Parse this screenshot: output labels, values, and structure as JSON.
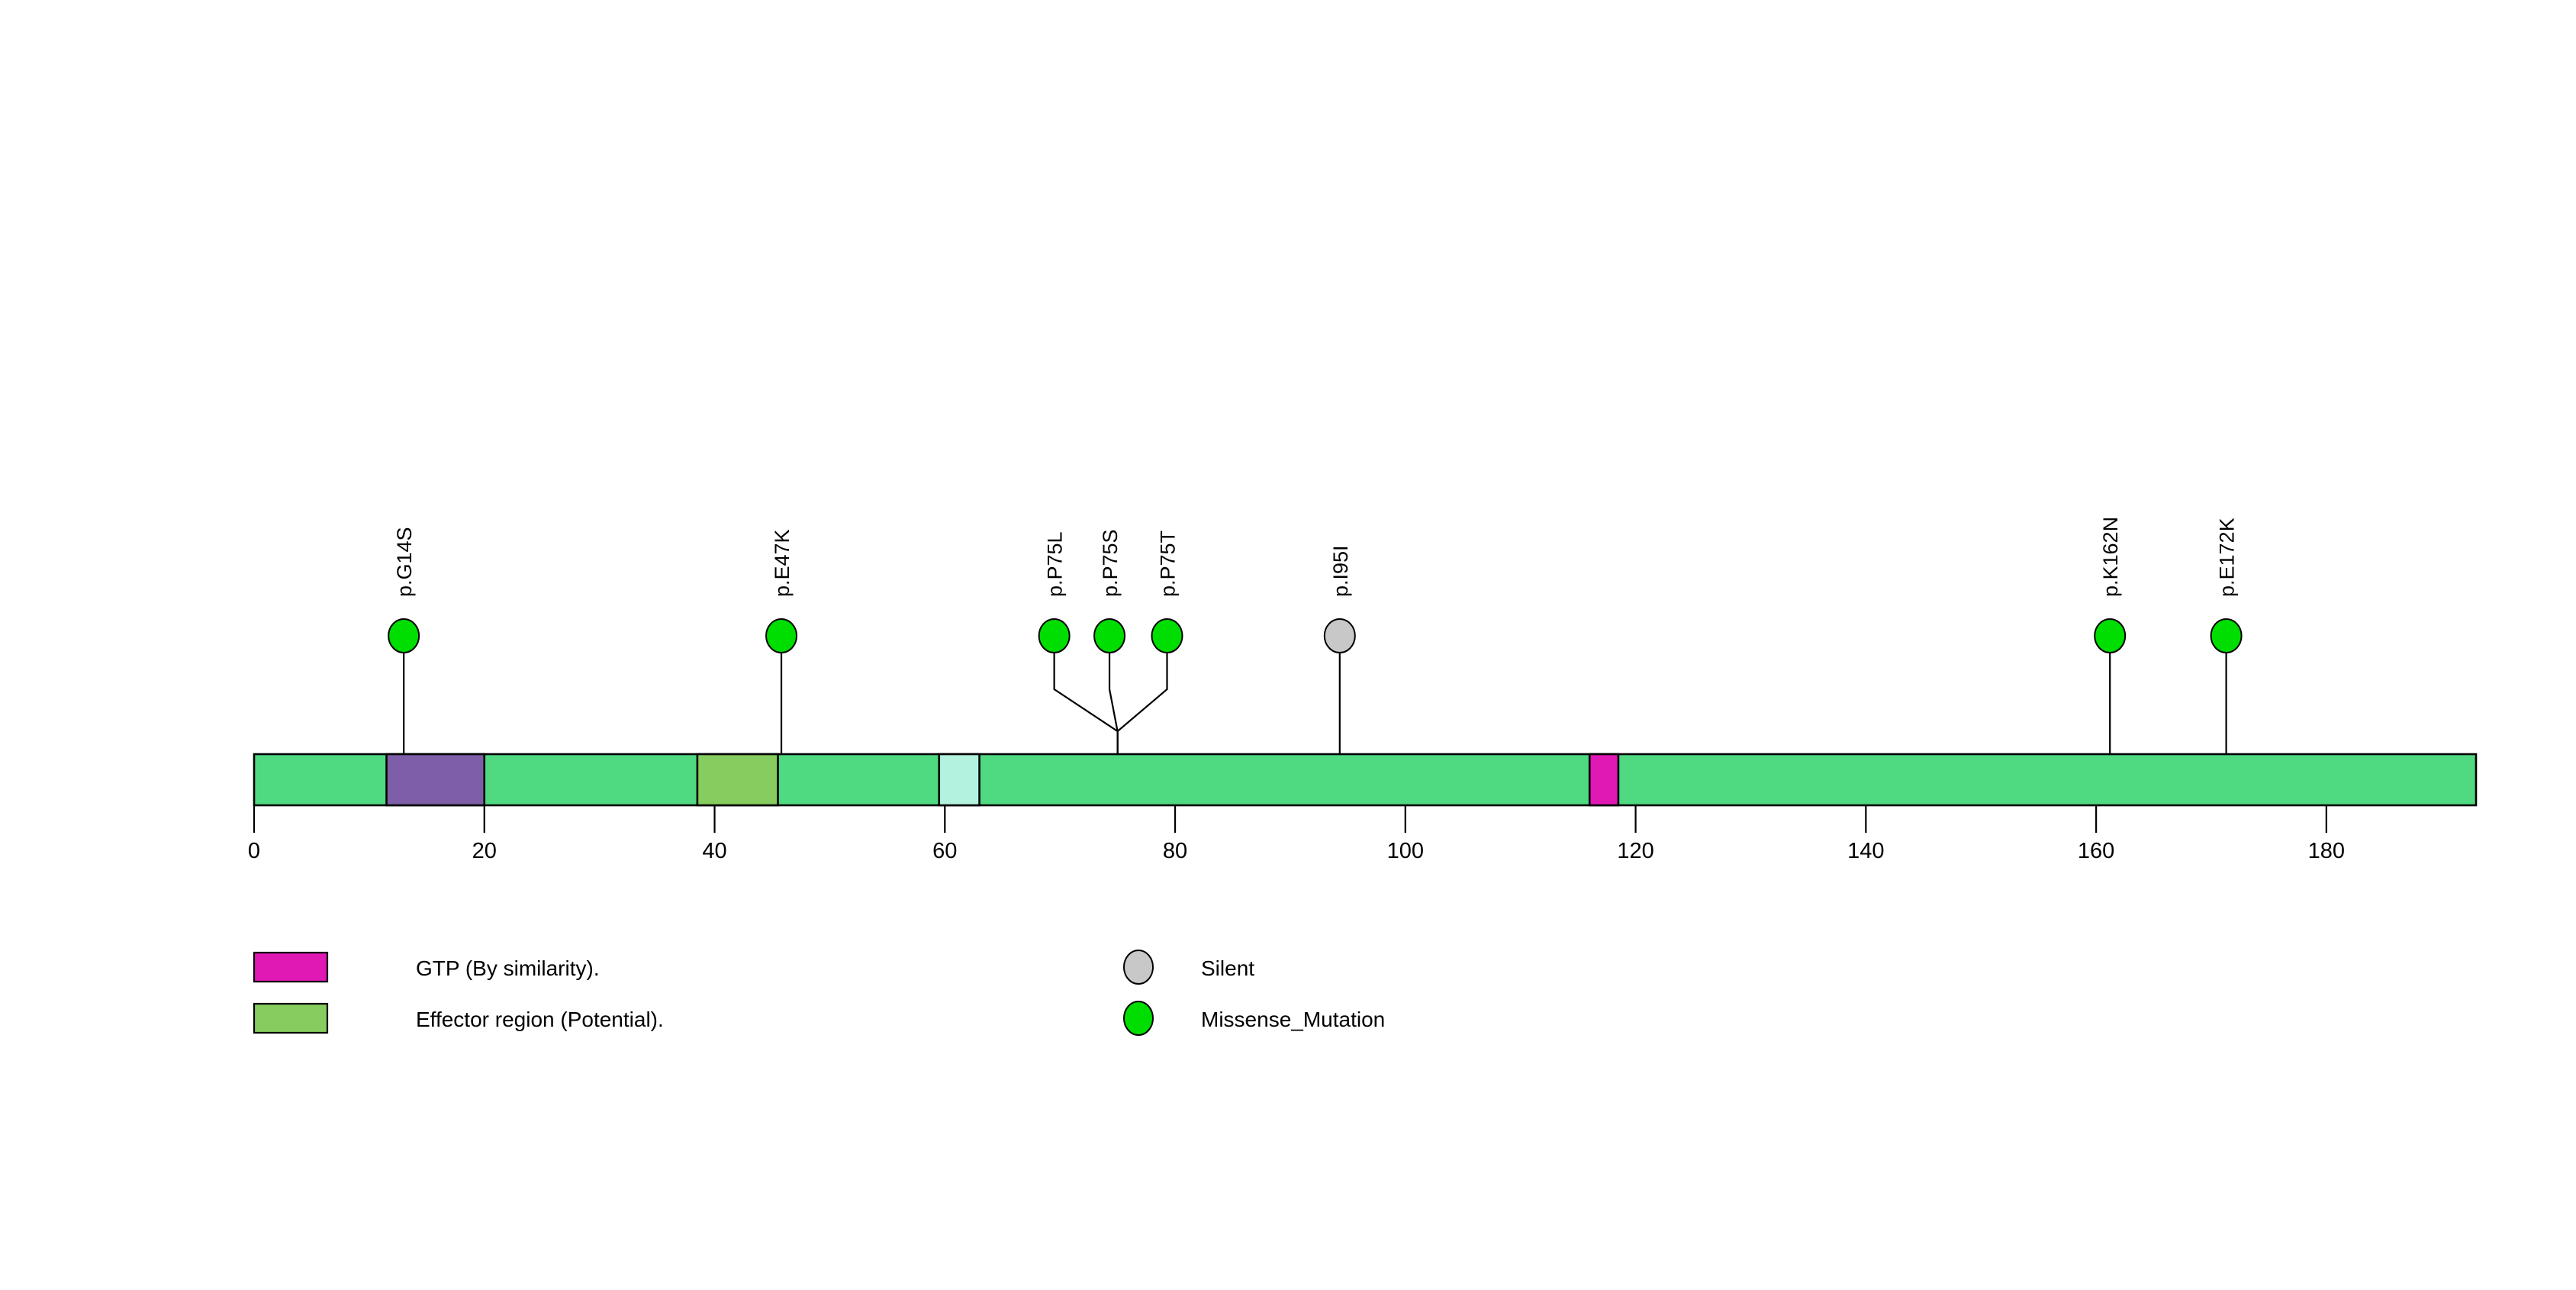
{
  "chart_data": {
    "type": "lollipop",
    "title": "",
    "xlabel": "",
    "ylabel": "",
    "xlim": [
      0,
      193
    ],
    "grid": false,
    "protein_length": 193,
    "axis": {
      "ticks": [
        0,
        20,
        40,
        60,
        80,
        100,
        120,
        140,
        160,
        180
      ],
      "tick_labels": [
        "0",
        "20",
        "40",
        "60",
        "80",
        "100",
        "120",
        "140",
        "160",
        "180"
      ]
    },
    "backbone": {
      "color": "#4FD980",
      "start": 0,
      "end": 193
    },
    "domains": [
      {
        "name": "unnamed-purple-domain",
        "start": 11.5,
        "end": 20.0,
        "color": "#7E5EA8"
      },
      {
        "name": "effector-region",
        "start": 38.5,
        "end": 45.5,
        "color": "#86CC5E",
        "legend": "Effector region (Potential)."
      },
      {
        "name": "unnamed-cyan-domain",
        "start": 59.5,
        "end": 63.0,
        "color": "#B3F2DE"
      },
      {
        "name": "gtp",
        "start": 116.0,
        "end": 118.5,
        "color": "#E018B4",
        "legend": "GTP (By similarity)."
      }
    ],
    "mutations": [
      {
        "label": "p.G14S",
        "position": 13.0,
        "type": "Missense_Mutation",
        "color": "#00DD00",
        "count": 1,
        "stem_x": 13.0,
        "cluster": false
      },
      {
        "label": "p.E47K",
        "position": 45.8,
        "type": "Missense_Mutation",
        "color": "#00DD00",
        "count": 1,
        "stem_x": 45.8,
        "cluster": false
      },
      {
        "label": "p.P75L",
        "position": 75.0,
        "type": "Missense_Mutation",
        "color": "#00DD00",
        "count": 1,
        "stem_x": 69.5,
        "cluster": true
      },
      {
        "label": "p.P75S",
        "position": 75.0,
        "type": "Missense_Mutation",
        "color": "#00DD00",
        "count": 1,
        "stem_x": 74.3,
        "cluster": true
      },
      {
        "label": "p.P75T",
        "position": 75.0,
        "type": "Missense_Mutation",
        "color": "#00DD00",
        "count": 1,
        "stem_x": 79.3,
        "cluster": true
      },
      {
        "label": "p.I95I",
        "position": 94.3,
        "type": "Silent",
        "color": "#C8C8C8",
        "count": 1,
        "stem_x": 94.3,
        "cluster": false
      },
      {
        "label": "p.K162N",
        "position": 161.2,
        "type": "Missense_Mutation",
        "color": "#00DD00",
        "count": 1,
        "stem_x": 161.2,
        "cluster": false
      },
      {
        "label": "p.E172K",
        "position": 171.3,
        "type": "Missense_Mutation",
        "color": "#00DD00",
        "count": 1,
        "stem_x": 171.3,
        "cluster": false
      }
    ],
    "legend": {
      "domain_entries": [
        {
          "label": "GTP (By similarity).",
          "color": "#E018B4"
        },
        {
          "label": "Effector region (Potential).",
          "color": "#86CC5E"
        }
      ],
      "mutation_entries": [
        {
          "label": "Silent",
          "color": "#C8C8C8"
        },
        {
          "label": "Missense_Mutation",
          "color": "#00DD00"
        }
      ]
    }
  },
  "colors": {
    "backbone_green": "#4FD980",
    "missense_green": "#00DD00",
    "silent_grey": "#C8C8C8",
    "gtp_magenta": "#E018B4",
    "effector_green": "#86CC5E",
    "purple_domain": "#7E5EA8",
    "cyan_domain": "#B3F2DE",
    "outline_black": "#000000",
    "background": "#FFFFFF"
  }
}
